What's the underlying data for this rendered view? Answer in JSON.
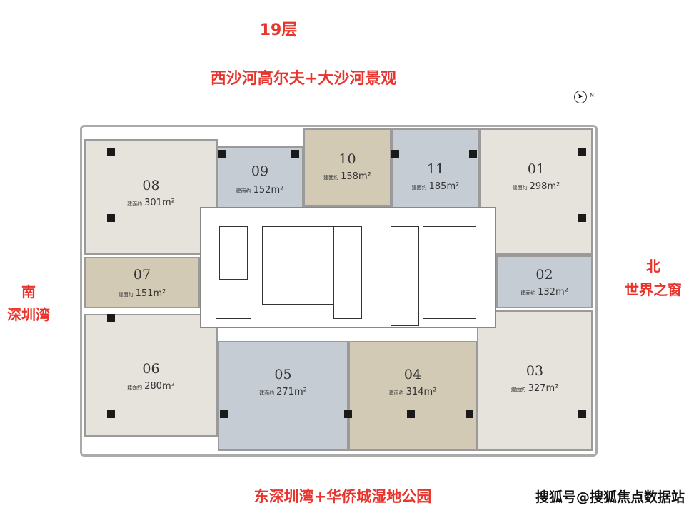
{
  "title": "19层",
  "top_view": "西沙河高尔夫+大沙河景观",
  "left_view": {
    "line1": "南",
    "line2": "深圳湾"
  },
  "right_view": {
    "line1": "北",
    "line2": "世界之窗"
  },
  "bottom_view": "东深圳湾+华侨城湿地公园",
  "north_label": "N",
  "area_prefix": "建面约",
  "units": [
    {
      "id": "08",
      "area": "301m²"
    },
    {
      "id": "09",
      "area": "152m²"
    },
    {
      "id": "10",
      "area": "158m²"
    },
    {
      "id": "11",
      "area": "185m²"
    },
    {
      "id": "01",
      "area": "298m²"
    },
    {
      "id": "07",
      "area": "151m²"
    },
    {
      "id": "02",
      "area": "132m²"
    },
    {
      "id": "06",
      "area": "280m²"
    },
    {
      "id": "05",
      "area": "271m²"
    },
    {
      "id": "04",
      "area": "314m²"
    },
    {
      "id": "03",
      "area": "327m²"
    }
  ],
  "watermark": "搜狐号@搜狐焦点数据站",
  "colors": {
    "label": "#e8342c",
    "light": "#e6e3dd",
    "blue": "#c6ccd4",
    "tan": "#d3cab5"
  }
}
